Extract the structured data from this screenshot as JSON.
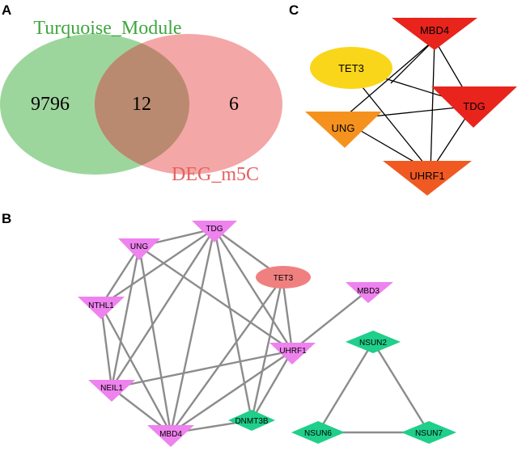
{
  "panels": {
    "a": {
      "letter": "A",
      "sets": [
        {
          "name": "Turquoise_Module",
          "color": "#90d090",
          "text_color": "#3fa63f"
        },
        {
          "name": "DEG_m5C",
          "color": "#f29b9b",
          "text_color": "#e56060"
        }
      ],
      "overlap_color": "#b98a70",
      "counts": {
        "left_only": "9796",
        "both": "12",
        "right_only": "6"
      }
    },
    "b": {
      "letter": "B",
      "nodes": {
        "ung": "UNG",
        "tdg": "TDG",
        "tet3": "TET3",
        "mbd3": "MBD3",
        "nthl1": "NTHL1",
        "uhrf1": "UHRF1",
        "neil1": "NEIL1",
        "mbd4": "MBD4",
        "dnmt3b": "DNMT3B",
        "nsun2": "NSUN2",
        "nsun6": "NSUN6",
        "nsun7": "NSUN7"
      },
      "colors": {
        "triangle": "#ee82ee",
        "ellipse": "#f08080",
        "diamond": "#1fcf8a",
        "edge": "#8c8c8c"
      }
    },
    "c": {
      "letter": "C",
      "nodes": {
        "mbd4": "MBD4",
        "tet3": "TET3",
        "tdg": "TDG",
        "ung": "UNG",
        "uhrf1": "UHRF1"
      },
      "colors": {
        "mbd4": "#e8241d",
        "tet3": "#fad61b",
        "tdg": "#e8241d",
        "ung": "#f5921e",
        "uhrf1": "#f05a22"
      }
    }
  }
}
